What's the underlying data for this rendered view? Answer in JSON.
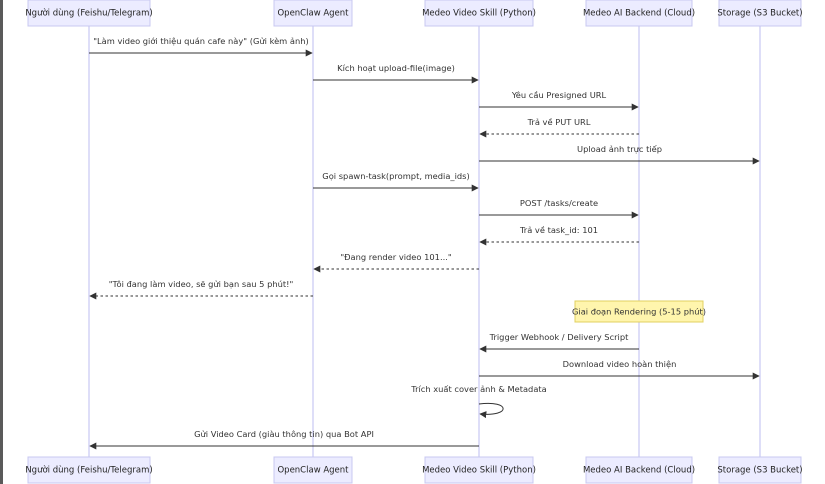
{
  "participants": [
    {
      "id": "user",
      "label": "Người dùng (Feishu/Telegram)"
    },
    {
      "id": "agent",
      "label": "OpenClaw Agent"
    },
    {
      "id": "skill",
      "label": "Medeo Video Skill (Python)"
    },
    {
      "id": "backend",
      "label": "Medeo AI Backend (Cloud)"
    },
    {
      "id": "storage",
      "label": "Storage (S3 Bucket)"
    }
  ],
  "messages": [
    {
      "from": "user",
      "to": "agent",
      "label": "\"Làm video giới thiệu quán cafe này\" (Gửi kèm ảnh)",
      "style": "solid"
    },
    {
      "from": "agent",
      "to": "skill",
      "label": "Kích hoạt upload-file(image)",
      "style": "solid"
    },
    {
      "from": "skill",
      "to": "backend",
      "label": "Yêu cầu Presigned URL",
      "style": "solid"
    },
    {
      "from": "backend",
      "to": "skill",
      "label": "Trả về PUT URL",
      "style": "dashed"
    },
    {
      "from": "skill",
      "to": "storage",
      "label": "Upload ảnh trực tiếp",
      "style": "solid"
    },
    {
      "from": "agent",
      "to": "skill",
      "label": "Gọi spawn-task(prompt, media_ids)",
      "style": "solid"
    },
    {
      "from": "skill",
      "to": "backend",
      "label": "POST /tasks/create",
      "style": "solid"
    },
    {
      "from": "backend",
      "to": "skill",
      "label": "Trả về task_id: 101",
      "style": "dashed"
    },
    {
      "from": "skill",
      "to": "agent",
      "label": "\"Đang render video 101...\"",
      "style": "dashed"
    },
    {
      "from": "agent",
      "to": "user",
      "label": "\"Tôi đang làm video, sẽ gửi bạn sau 5 phút!\"",
      "style": "dashed"
    },
    {
      "from": "backend",
      "to": "skill",
      "label": "Trigger Webhook / Delivery Script",
      "style": "solid"
    },
    {
      "from": "skill",
      "to": "storage",
      "label": "Download video hoàn thiện",
      "style": "solid"
    },
    {
      "from": "skill",
      "to": "skill",
      "label": "Trích xuất cover ảnh & Metadata",
      "style": "self"
    },
    {
      "from": "skill",
      "to": "user",
      "label": "Gửi Video Card (giàu thông tin) qua Bot API",
      "style": "solid"
    }
  ],
  "note": {
    "over": "backend",
    "label": "Giai đoạn Rendering (5-15 phút)"
  },
  "colors": {
    "actor_fill": "#ececff",
    "actor_border": "#c8c8f0",
    "lifeline": "#bdbdf0",
    "note_fill": "#fff5ad",
    "note_border": "#e0d060",
    "arrow": "#333333"
  }
}
